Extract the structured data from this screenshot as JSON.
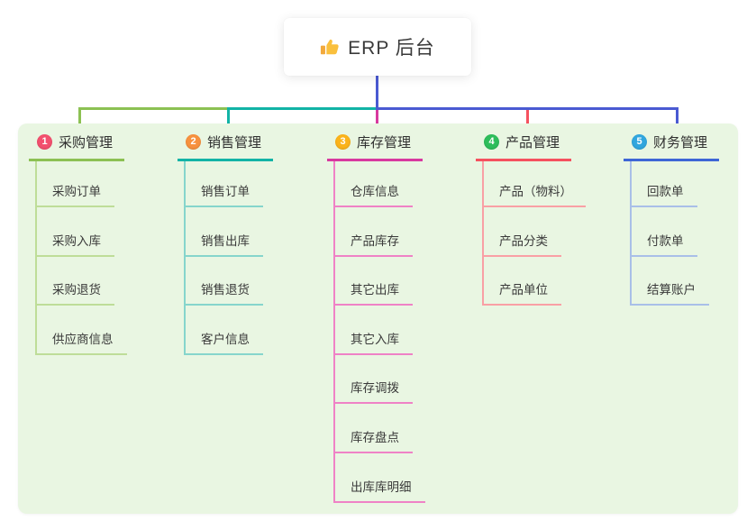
{
  "root": {
    "title": "ERP 后台",
    "icon": "thumbs-up"
  },
  "colors": {
    "bus": "#4a5ad2",
    "panel": "#e9f6e2",
    "page_background": "#ffffff",
    "text": "#3a3a3a"
  },
  "branches": [
    {
      "num": "1",
      "label": "采购管理",
      "circle_color": "#f2506e",
      "line_color": "#8cc153",
      "child_line_color": "#bedd98",
      "children": [
        "采购订单",
        "采购入库",
        "采购退货",
        "供应商信息"
      ]
    },
    {
      "num": "2",
      "label": "销售管理",
      "circle_color": "#f7913e",
      "line_color": "#12b3a6",
      "child_line_color": "#86d5cc",
      "children": [
        "销售订单",
        "销售出库",
        "销售退货",
        "客户信息"
      ]
    },
    {
      "num": "3",
      "label": "库存管理",
      "circle_color": "#fbb31b",
      "line_color": "#d8399f",
      "child_line_color": "#ef82c6",
      "children": [
        "仓库信息",
        "产品库存",
        "其它出库",
        "其它入库",
        "库存调拨",
        "库存盘点",
        "出库库明细"
      ]
    },
    {
      "num": "4",
      "label": "产品管理",
      "circle_color": "#2ebd5b",
      "line_color": "#f5515f",
      "child_line_color": "#f9a0a5",
      "children": [
        "产品（物料）",
        "产品分类",
        "产品单位"
      ]
    },
    {
      "num": "5",
      "label": "财务管理",
      "circle_color": "#31a6de",
      "line_color": "#3e66d6",
      "child_line_color": "#a9bfe8",
      "children": [
        "回款单",
        "付款单",
        "结算账户"
      ]
    }
  ]
}
